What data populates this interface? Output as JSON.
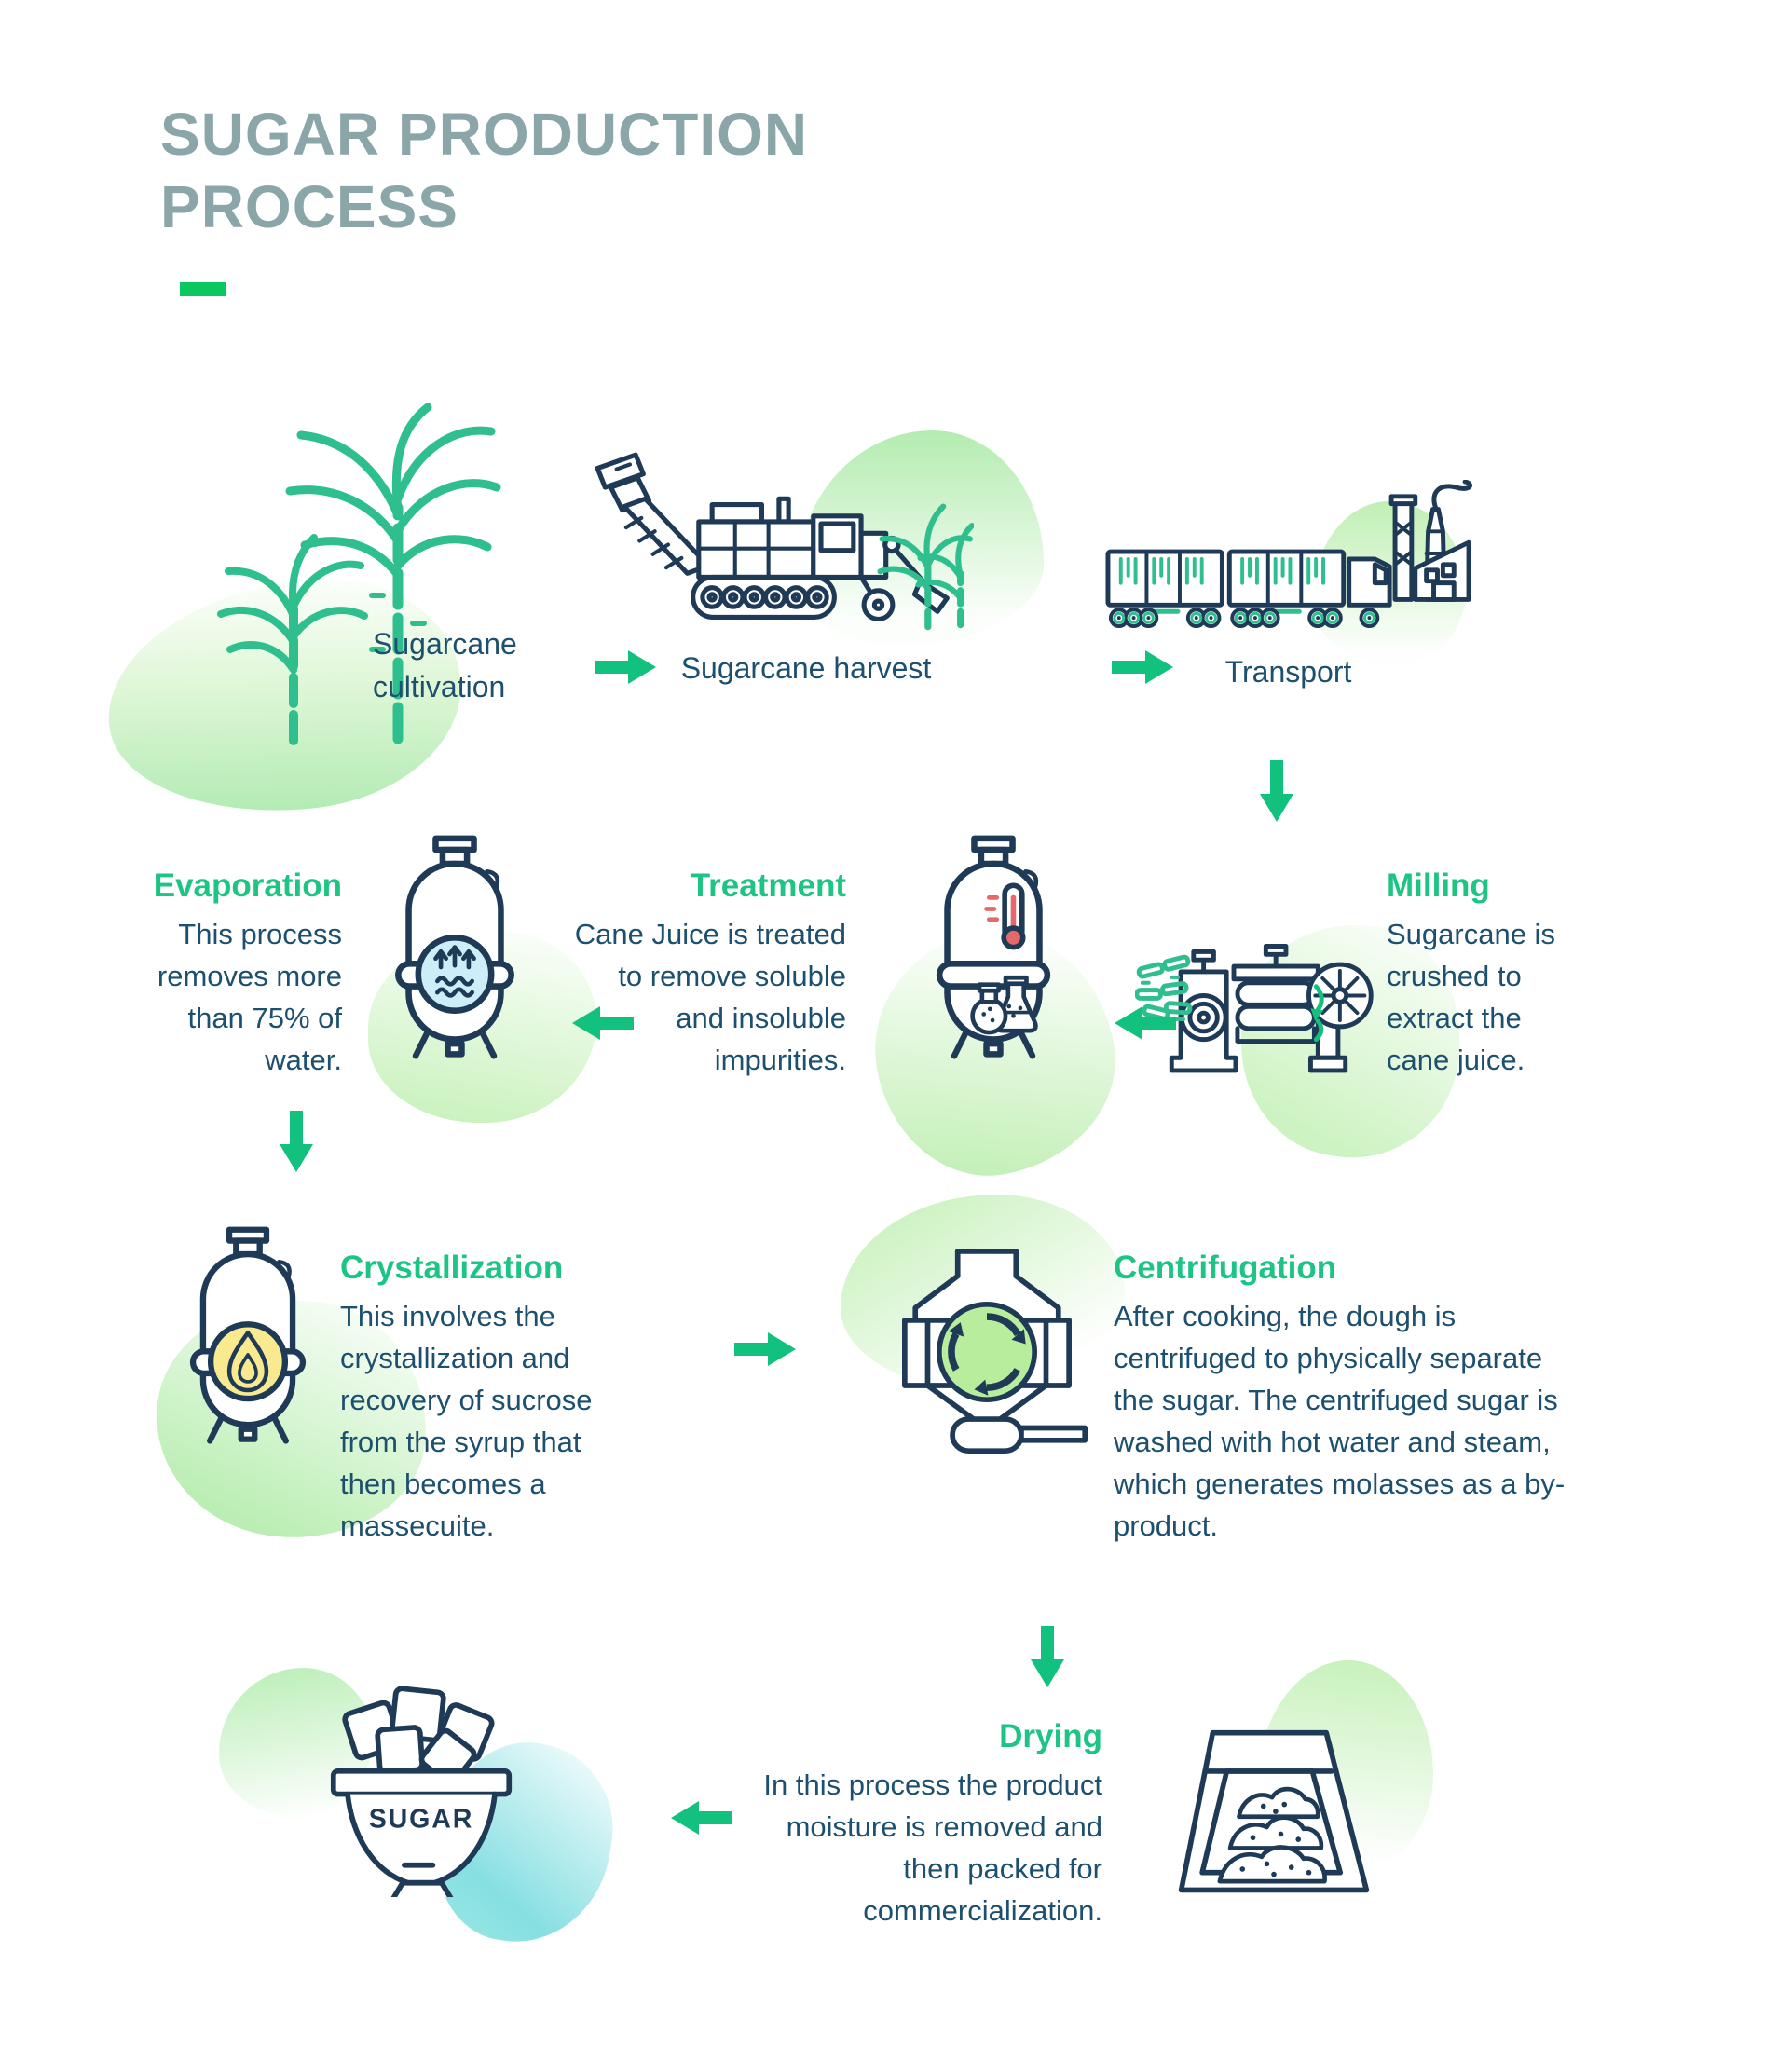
{
  "title": {
    "line1": "SUGAR PRODUCTION",
    "line2": "PROCESS"
  },
  "steps": {
    "cultivation": {
      "label": "Sugarcane cultivation"
    },
    "harvest": {
      "label": "Sugarcane harvest"
    },
    "transport": {
      "label": "Transport"
    },
    "milling": {
      "title": "Milling",
      "description": "Sugarcane is crushed to extract the cane juice."
    },
    "treatment": {
      "title": "Treatment",
      "description": "Cane Juice is treated to remove soluble and insoluble impurities."
    },
    "evaporation": {
      "title": "Evaporation",
      "description": "This process removes more than 75% of water."
    },
    "crystallization": {
      "title": "Crystallization",
      "description": "This involves the crystallization and recovery of sucrose from the syrup that then becomes a massecuite."
    },
    "centrifugation": {
      "title": "Centrifugation",
      "description": "After cooking, the dough is centrifuged to physically separate the sugar. The centrifuged sugar is washed with hot water and steam, which generates molasses as a by-product."
    },
    "drying": {
      "title": "Drying",
      "description": "In this process the product moisture is removed and then packed for commercialization."
    }
  },
  "final_product": {
    "label": "SUGAR"
  },
  "colors": {
    "accent_green": "#1ec483",
    "arrow_green": "#13c17e",
    "dash_green": "#0bc75f",
    "title_gray": "#8ba6a9",
    "body_navy": "#1d4f6e",
    "icon_navy": "#1e3a56",
    "cane_green": "#2fbf8e",
    "window_blue": "#cdeef9",
    "flame_yellow": "#f9ea90",
    "centrifuge_green": "#b8ed9d",
    "thermometer_red": "#e5696b",
    "blob_green": "#b9edae",
    "blob_cyan": "#86dfe2"
  }
}
